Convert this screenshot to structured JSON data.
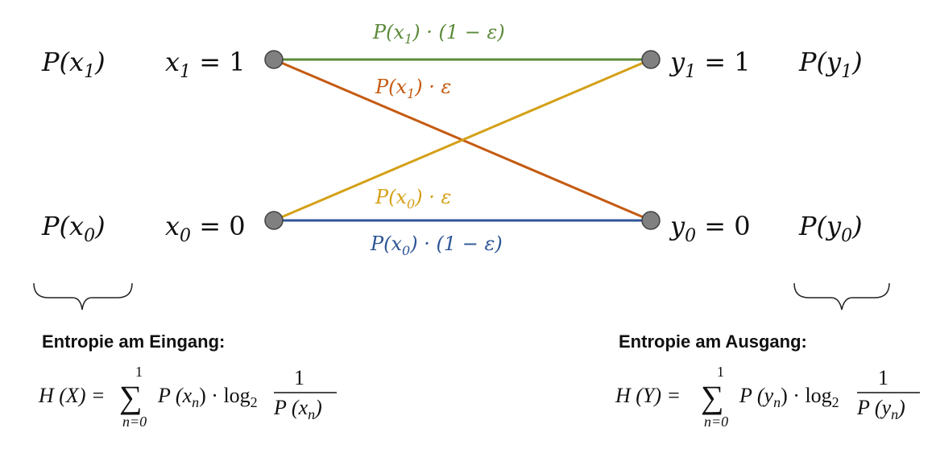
{
  "left": {
    "top": {
      "prob": "P(x",
      "prob_sub": "1",
      "prob_close": ")",
      "var": "x",
      "var_sub": "1",
      "value": " = 1"
    },
    "bottom": {
      "prob": "P(x",
      "prob_sub": "0",
      "prob_close": ")",
      "var": "x",
      "var_sub": "0",
      "value": " = 0"
    },
    "entropy_title": "Entropie am Eingang:",
    "formula": {
      "lhs": "H (X) = ",
      "sum_top": "1",
      "sum_bottom": "n=0",
      "sigma": "∑",
      "term": "P (x",
      "term_sub": "n",
      "term_close": ") · log",
      "log_sub": "2",
      "num": "1",
      "den": "P (x",
      "den_sub": "n",
      "den_close": ")"
    }
  },
  "right": {
    "top": {
      "prob": "P(y",
      "prob_sub": "1",
      "prob_close": ")",
      "var": "y",
      "var_sub": "1",
      "value": " = 1"
    },
    "bottom": {
      "prob": "P(y",
      "prob_sub": "0",
      "prob_close": ")",
      "var": "y",
      "var_sub": "0",
      "value": " = 0"
    },
    "entropy_title": "Entropie am Ausgang:",
    "formula": {
      "lhs": "H (Y) = ",
      "sum_top": "1",
      "sum_bottom": "n=0",
      "sigma": "∑",
      "term": "P (y",
      "term_sub": "n",
      "term_close": ") · log",
      "log_sub": "2",
      "num": "1",
      "den": "P (y",
      "den_sub": "n",
      "den_close": ")"
    }
  },
  "edges": {
    "top_straight": {
      "label": "P(x",
      "sub": "1",
      "rest": ") · (1 − ε)",
      "color": "#5b8a3a"
    },
    "cross_down": {
      "label": "P(x",
      "sub": "1",
      "rest": ") · ε",
      "color": "#c55a11"
    },
    "cross_up": {
      "label": "P(x",
      "sub": "0",
      "rest": ") · ε",
      "color": "#d4a017"
    },
    "bottom_straight": {
      "label": "P(x",
      "sub": "0",
      "rest": ") · (1 − ε)",
      "color": "#2f5597"
    }
  },
  "node_color": "#808080"
}
